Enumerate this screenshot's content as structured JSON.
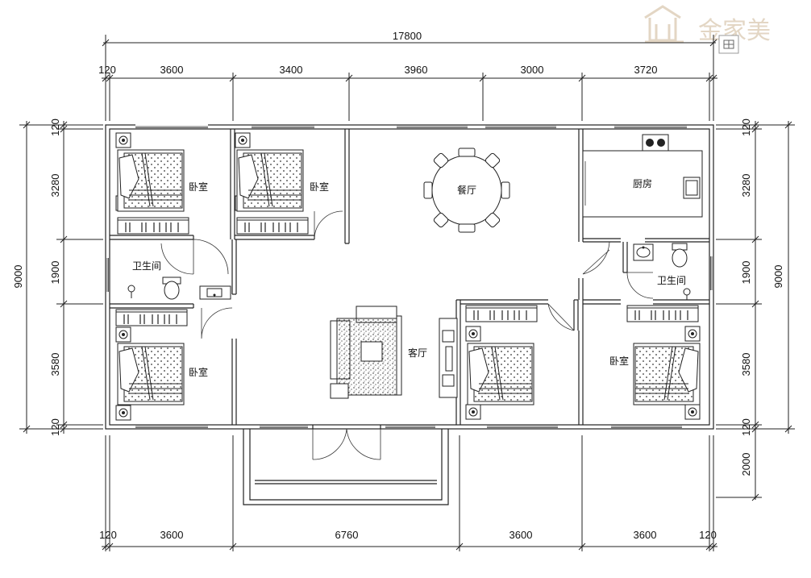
{
  "logo": {
    "text": "金家美"
  },
  "dimensions": {
    "top_total": "17800",
    "top_segments": [
      "120",
      "3600",
      "3400",
      "3960",
      "3000",
      "3720"
    ],
    "bottom_segments": [
      "120",
      "3600",
      "6760",
      "3600",
      "3600",
      "120"
    ],
    "left_total": "9000",
    "left_segments": [
      "120",
      "3280",
      "1900",
      "3580",
      "120"
    ],
    "right_total": "9000",
    "right_segments": [
      "120",
      "3280",
      "1900",
      "3580",
      "120",
      "2000"
    ]
  },
  "rooms": {
    "bedroom_1": "卧室",
    "bedroom_2": "卧室",
    "bedroom_3": "卧室",
    "bedroom_4": "卧室",
    "bath_left": "卫生间",
    "bath_right": "卫生间",
    "dining": "餐厅",
    "kitchen": "厨房",
    "living": "客厅"
  }
}
